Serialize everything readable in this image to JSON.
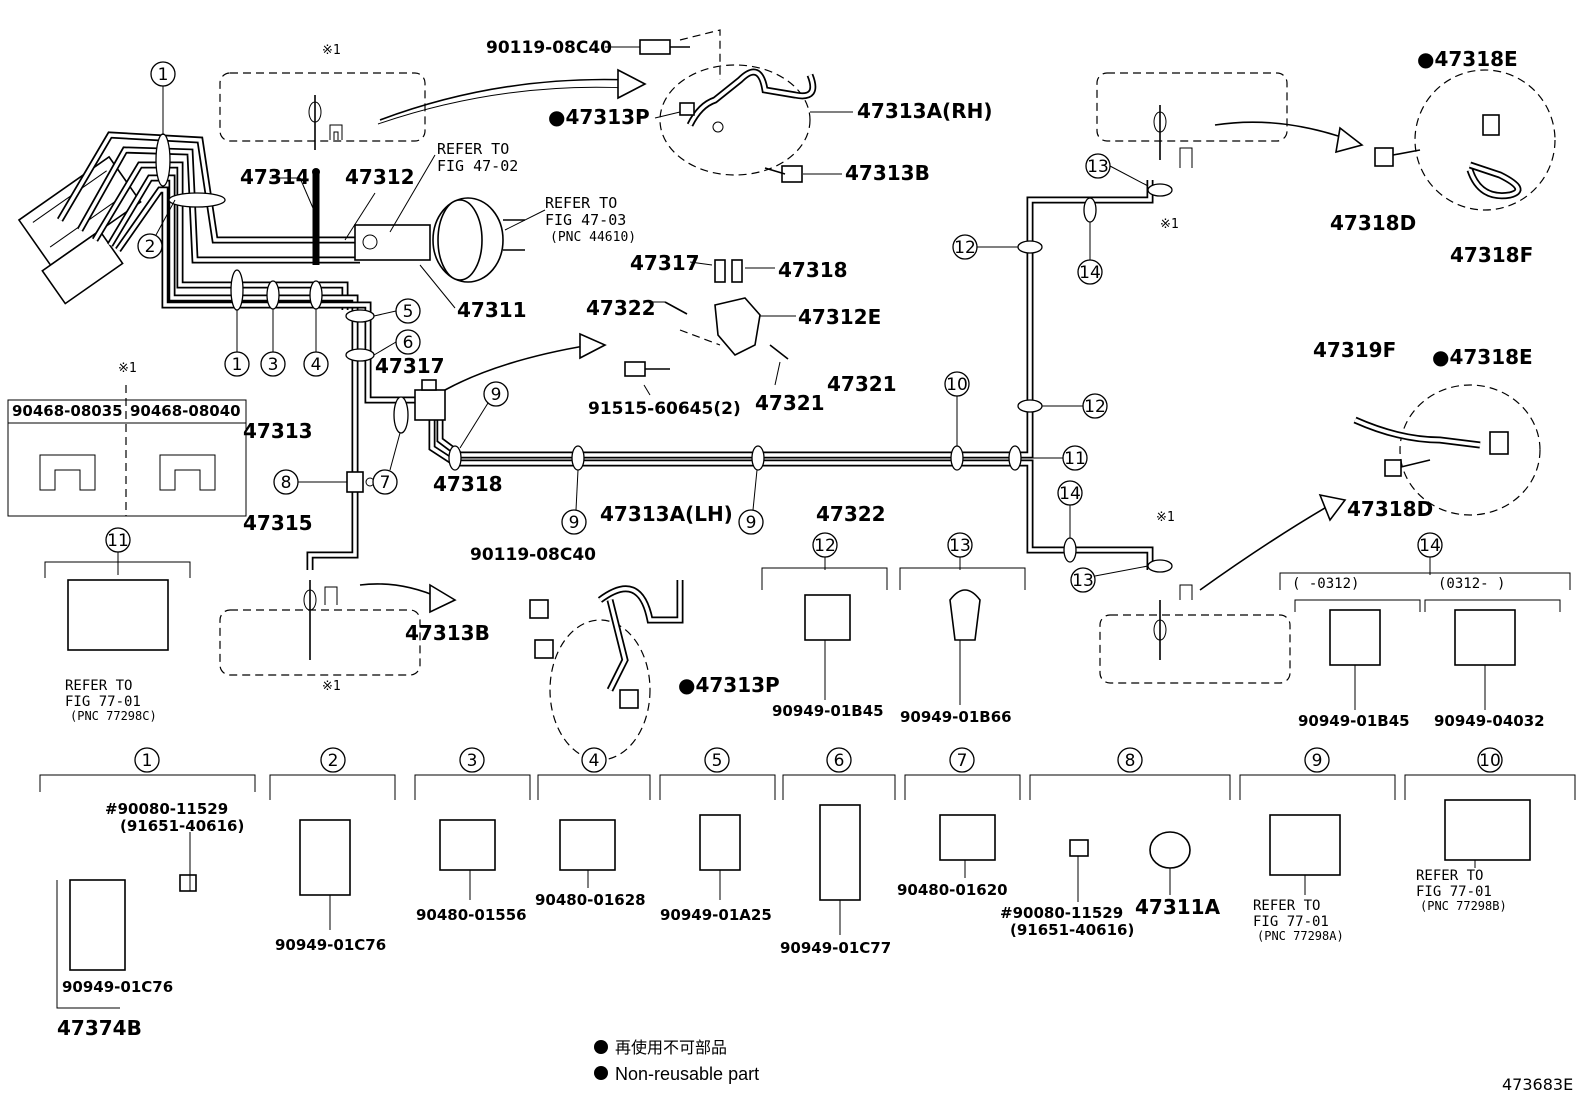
{
  "labels": {
    "p90119_top": "90119-08C40",
    "p47313P_top": "●47313P",
    "p47313A_RH": "47313A(RH)",
    "p47313B_top": "47313B",
    "p47314": "47314",
    "p47312": "47312",
    "refer_4702_a": "REFER TO",
    "refer_4702_b": "FIG 47-02",
    "refer_4703_a": "REFER TO",
    "refer_4703_b": "FIG 47-03",
    "refer_4703_c": "(PNC 44610)",
    "p47311": "47311",
    "p47317_top": "47317",
    "p47318_top": "47318",
    "p47322_top": "47322",
    "p47312E": "47312E",
    "p91515": "91515-60645(2)",
    "p47321_valve": "47321",
    "p47317_mid": "47317",
    "p47313": "47313",
    "p47318_mid": "47318",
    "p47315": "47315",
    "p47321_pipe": "47321",
    "p47322_pipe": "47322",
    "p47313A_LH": "47313A(LH)",
    "p90119_mid": "90119-08C40",
    "p47313B_mid": "47313B",
    "p47313P_mid": "●47313P",
    "p47318E_top": "●47318E",
    "p47318D_top": "47318D",
    "p47318F": "47318F",
    "p47319F": "47319F",
    "p47318E_mid": "●47318E",
    "p47318D_mid": "47318D",
    "note_mark": "※1",
    "plate_a": "90468-08035",
    "plate_b": "90468-08040",
    "refer_7701c_a": "REFER TO",
    "refer_7701c_b": "FIG 77-01",
    "refer_7701c_c": "(PNC 77298C)",
    "p12_part": "90949-01B45",
    "p13_part": "90949-01B66",
    "p14_date_a": "(    -0312)",
    "p14_date_b": "(0312-    )",
    "p14_part_a": "90949-01B45",
    "p14_part_b": "90949-04032",
    "p1_bolt_a": "#90080-11529",
    "p1_bolt_b": "(91651-40616)",
    "p1_part": "90949-01C76",
    "p47374B": "47374B",
    "p2_part": "90949-01C76",
    "p3_part": "90480-01556",
    "p4_part": "90480-01628",
    "p5_part": "90949-01A25",
    "p6_part": "90949-01C77",
    "p7_part": "90480-01620",
    "p8_bolt_a": "#90080-11529",
    "p8_bolt_b": "(91651-40616)",
    "p47311A": "47311A",
    "refer_7701a_a": "REFER TO",
    "refer_7701a_b": "FIG 77-01",
    "refer_7701a_c": "(PNC 77298A)",
    "refer_7701b_a": "REFER TO",
    "refer_7701b_b": "FIG 77-01",
    "refer_7701b_c": "(PNC 77298B)",
    "legend_jp": "再使用不可部品",
    "legend_en": "Non-reusable part",
    "figure_id": "473683E"
  },
  "callouts": [
    "1",
    "2",
    "3",
    "4",
    "5",
    "6",
    "7",
    "8",
    "9",
    "10",
    "11",
    "12",
    "13",
    "14"
  ]
}
